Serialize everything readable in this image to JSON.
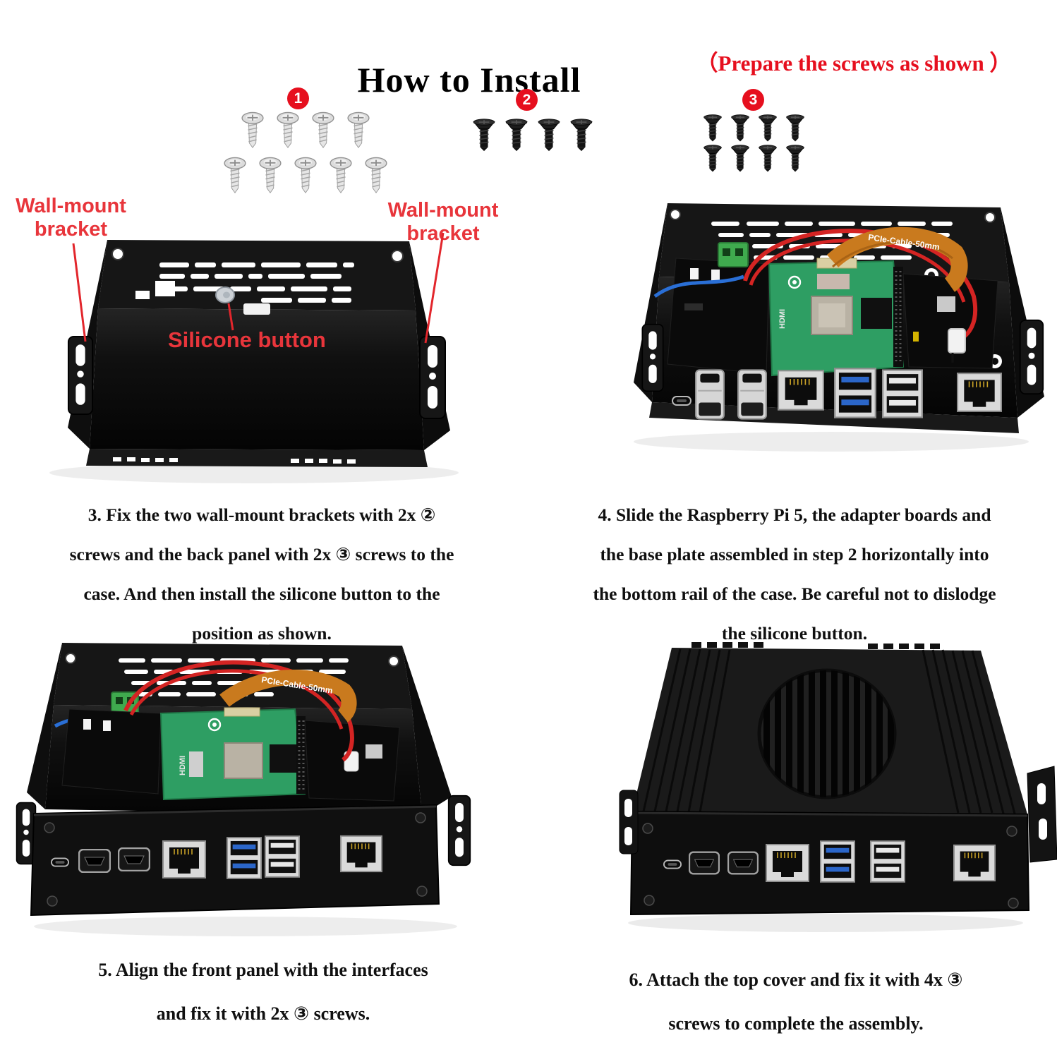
{
  "header": {
    "title": "How to Install",
    "subtitle": "（Prepare the screws as shown ）"
  },
  "screw_groups": [
    {
      "badge": "1",
      "type": "silver-panhead-screws",
      "rows": [
        4,
        5
      ]
    },
    {
      "badge": "2",
      "type": "black-countersunk-screws",
      "rows": [
        4
      ]
    },
    {
      "badge": "3",
      "type": "black-countersunk-screws",
      "rows": [
        4,
        4
      ]
    }
  ],
  "photo_labels": {
    "wall_mount": {
      "lines": [
        "Wall-mount",
        "bracket"
      ]
    },
    "silicone_button": "Silicone button",
    "pcie_cable": "PCIe-Cable-50mm",
    "pi_hdmi": "HDMI"
  },
  "steps": [
    {
      "lines": [
        "3. Fix the two wall-mount brackets with 2x ②",
        "screws and the back panel with 2x ③ screws to the",
        "case. And then install the silicone button to the",
        "position as shown."
      ]
    },
    {
      "lines": [
        "4. Slide the Raspberry Pi 5, the adapter boards and",
        "the base plate assembled in step 2 horizontally into",
        "the bottom rail of the case. Be careful not to dislodge",
        "the silicone button."
      ]
    },
    {
      "lines": [
        "5. Align the front panel with the interfaces",
        "and fix it with 2x ③ screws."
      ]
    },
    {
      "lines": [
        "6. Attach the top cover and fix it with 4x ③",
        "screws to complete the assembly."
      ]
    }
  ],
  "icons": {
    "front_ports": [
      "usb-c",
      "hdmi",
      "hdmi",
      "ethernet",
      "usb3-x2",
      "usb2-x2",
      "ethernet"
    ]
  },
  "colors": {
    "accent_red": "#e60f1e",
    "label_red": "#e8353b",
    "case_black": "#141414",
    "pi_green": "#2e9e63",
    "usb3_blue": "#2b66c9",
    "cable_orange": "#c97a1e",
    "cable_red": "#d42423"
  }
}
